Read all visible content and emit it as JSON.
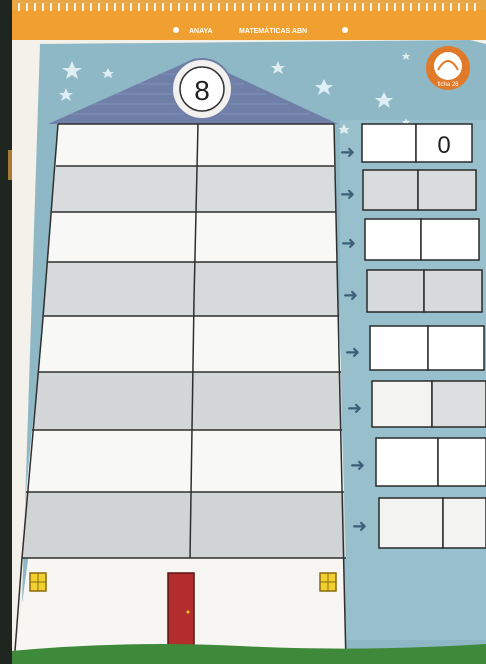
{
  "header": {
    "publisher": "ANAYA",
    "subject": "MATEMÁTICAS ABN",
    "badge": "ficha 26"
  },
  "house": {
    "number": "8",
    "floors": 8
  },
  "answers": {
    "rows": [
      {
        "left": "",
        "right": "0"
      },
      {
        "left": "",
        "right": ""
      },
      {
        "left": "",
        "right": ""
      },
      {
        "left": "",
        "right": ""
      },
      {
        "left": "",
        "right": ""
      },
      {
        "left": "",
        "right": ""
      },
      {
        "left": "",
        "right": ""
      },
      {
        "left": "",
        "right": ""
      }
    ]
  },
  "colors": {
    "header_orange": "#f0a030",
    "sky_blue": "#8fb8c6",
    "roof": "#6f7fa8",
    "door": "#b32d2d",
    "window": "#f2d02e",
    "arrow": "#3d5f78",
    "grass": "#3f8a3a"
  }
}
